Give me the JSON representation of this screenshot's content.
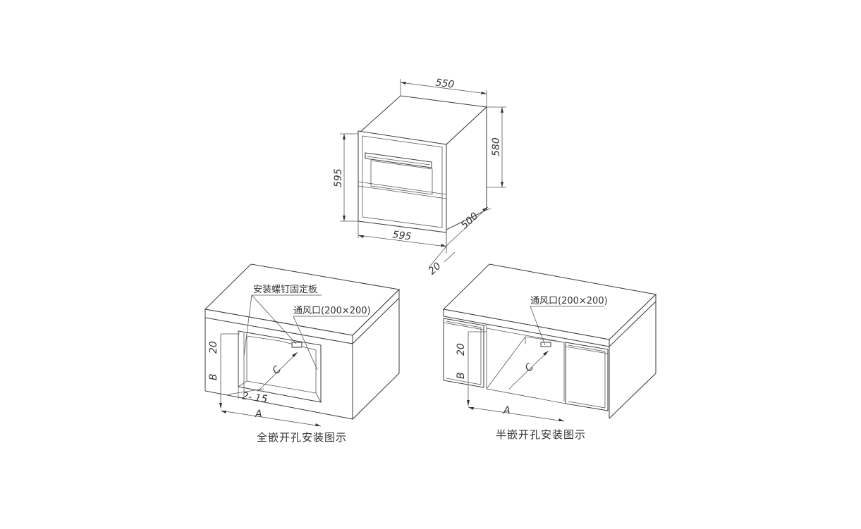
{
  "product_view": {
    "dims": {
      "top_width": "550",
      "body_height": "580",
      "front_height": "595",
      "front_width": "595",
      "depth": "500",
      "panel_thickness": "20"
    }
  },
  "full_embed": {
    "caption": "全嵌开孔安装图示",
    "label_bracket": "安装螺钉固定板",
    "label_vent": "通风口(200×200)",
    "dims": {
      "top_gap": "20",
      "height": "B",
      "side_gap": "2- 15",
      "width": "A",
      "depth": "C"
    }
  },
  "half_embed": {
    "caption": "半嵌开孔安装图示",
    "label_vent": "通风口(200×200)",
    "dims": {
      "top_gap": "20",
      "height": "B",
      "width": "A",
      "depth": "C"
    }
  }
}
